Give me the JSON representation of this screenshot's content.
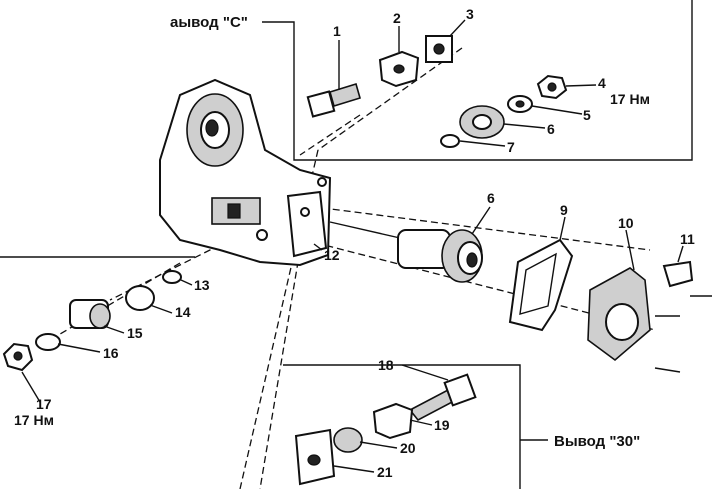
{
  "callouts": {
    "terminal_c": "аывод \"С\"",
    "terminal_30": "Вывод \"30\""
  },
  "parts": {
    "p1": "1",
    "p2": "2",
    "p3": "3",
    "p4": "4",
    "p5": "5",
    "p6a": "6",
    "p7": "7",
    "p6b": "6",
    "p9": "9",
    "p10": "10",
    "p11": "11",
    "p12": "12",
    "p13": "13",
    "p14": "14",
    "p15": "15",
    "p16": "16",
    "p17": "17",
    "p18": "18",
    "p19": "19",
    "p20": "20",
    "p21": "21"
  },
  "torques": {
    "t4": "17 Нм",
    "t17": "17 Нм"
  }
}
